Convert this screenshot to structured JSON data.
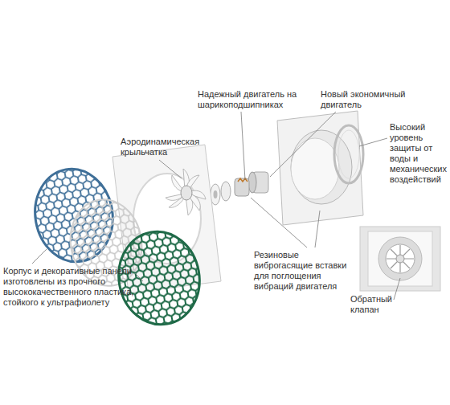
{
  "diagram": {
    "labels": [
      "Надежный двигатель на шарикоподшипниках",
      "Новый экономичный двигатель",
      "Аэродинамическая крыльчатка",
      "Высокий уровень защиты от воды и механических воздействий",
      "Резиновые виброгасящие вставки для поглощения вибраций двигателя",
      "Корпус и декоративные панели изготовлены из прочного высококачественного пластика, стойкого к ультрафиолету",
      "Обратный клапан"
    ]
  }
}
